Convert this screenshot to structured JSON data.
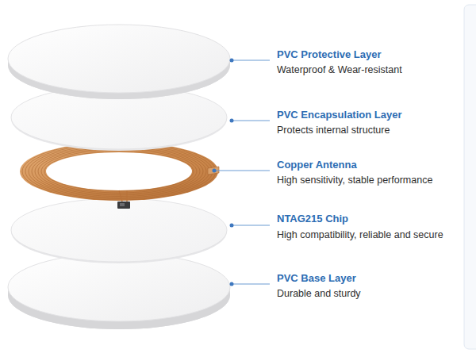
{
  "diagram": {
    "labels": [
      "PVC Protective Layer",
      "Waterproof & Wear-resistant",
      "PVC Encapsulation Layer",
      "Protects internal structure",
      "Copper Antenna",
      "High sensitivity, stable performance",
      "NTAG215 Chip",
      "High compatibility, reliable and secure",
      "PVC Base Layer",
      "Durable and sturdy"
    ]
  }
}
